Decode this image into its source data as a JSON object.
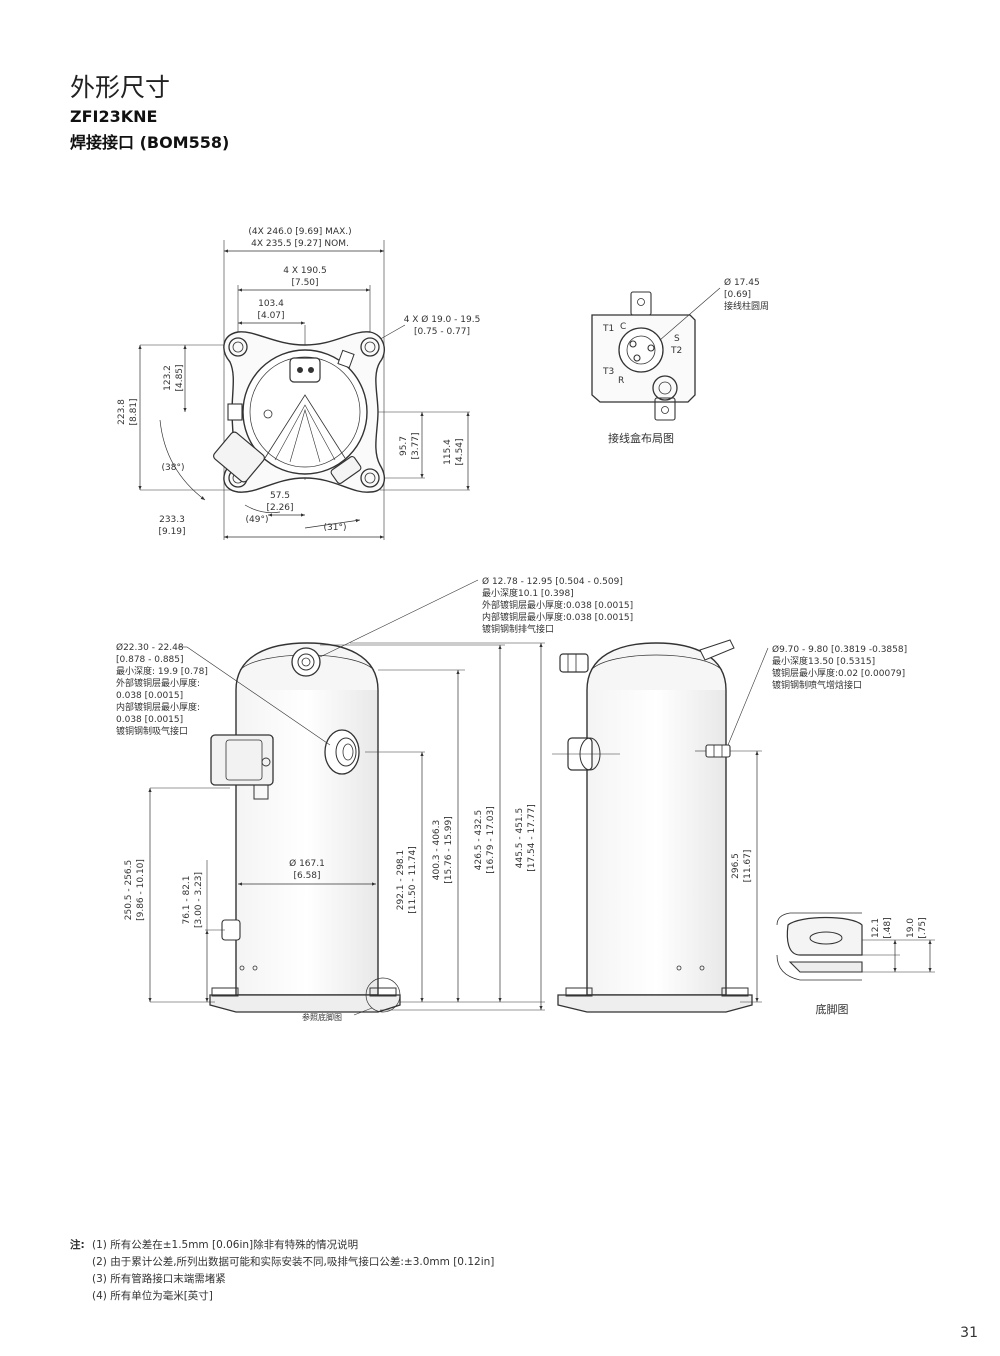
{
  "header": {
    "title": "外形尺寸",
    "model": "ZFI23KNE",
    "connection": "焊接接口 (BOM558)"
  },
  "top_view": {
    "dim_max": "(4X 246.0 [9.69] MAX.)",
    "dim_nom": "4X 235.5 [9.27] NOM.",
    "d190_a": "4 X 190.5",
    "d190_b": "[7.50]",
    "d103_a": "103.4",
    "d103_b": "[4.07]",
    "hole_a": "4 X Ø 19.0 - 19.5",
    "hole_b": "[0.75 - 0.77]",
    "d123_a": "123.2",
    "d123_b": "[4.85]",
    "d223_a": "223.8",
    "d223_b": "[8.81]",
    "d95_a": "95.7",
    "d95_b": "[3.77]",
    "d115_a": "115.4",
    "d115_b": "[4.54]",
    "ang38": "(38°)",
    "d57_a": "57.5",
    "d57_b": "[2.26]",
    "ang49": "(49°)",
    "ang31": "(31°)",
    "d233_a": "233.3",
    "d233_b": "[9.19]"
  },
  "terminal_box": {
    "dia_a": "Ø 17.45",
    "dia_b": "[0.69]",
    "dia_c": "接线柱圆周",
    "t1": "T1",
    "c": "C",
    "s": "S",
    "t2": "T2",
    "t3": "T3",
    "r": "R",
    "caption": "接线盒布局图"
  },
  "discharge": {
    "l1": "Ø 12.78 - 12.95 [0.504 - 0.509]",
    "l2": "最小深度10.1 [0.398]",
    "l3": "外部镀铜层最小厚度:0.038 [0.0015]",
    "l4": "内部镀铜层最小厚度:0.038 [0.0015]",
    "l5": "镀铜钢制排气接口"
  },
  "suction": {
    "l1": "Ø22.30 - 22.48",
    "l2": "[0.878 - 0.885]",
    "l3": "最小深度: 19.9 [0.78]",
    "l4": "外部镀铜层最小厚度:",
    "l5": "0.038 [0.0015]",
    "l6": "内部镀铜层最小厚度:",
    "l7": "0.038 [0.0015]",
    "l8": "镀铜钢制吸气接口"
  },
  "injection": {
    "l1": "Ø9.70 - 9.80 [0.3819 -0.3858]",
    "l2": "最小深度13.50 [0.5315]",
    "l3": "镀铜层最小厚度:0.02 [0.00079]",
    "l4": "镀铜钢制喷气增焓接口"
  },
  "side_view": {
    "d250_a": "250.5 - 256.5",
    "d250_b": "[9.86 - 10.10]",
    "d76_a": "76.1 - 82.1",
    "d76_b": "[3.00 - 3.23]",
    "d167_a": "Ø 167.1",
    "d167_b": "[6.58]",
    "d292_a": "292.1 - 298.1",
    "d292_b": "[11.50 - 11.74]",
    "d400_a": "400.3 - 406.3",
    "d400_b": "[15.76 - 15.99]",
    "d426_a": "426.5 - 432.5",
    "d426_b": "[16.79 - 17.03]",
    "d445_a": "445.5 - 451.5",
    "d445_b": "[17.54 - 17.77]",
    "d296_a": "296.5",
    "d296_b": "[11.67]",
    "foot_ref": "参照底脚图"
  },
  "foot_detail": {
    "d12_a": "12.1",
    "d12_b": "[.48]",
    "d19_a": "19.0",
    "d19_b": "[.75]",
    "caption": "底脚图"
  },
  "notes": {
    "label": "注:",
    "n1": "(1)  所有公差在±1.5mm [0.06in]除非有特殊的情况说明",
    "n2": "(2)  由于累计公差,所列出数据可能和实际安装不同,吸排气接口公差:±3.0mm [0.12in]",
    "n3": "(3)  所有管路接口末端需堵紧",
    "n4": "(4)  所有单位为毫米[英寸]"
  },
  "page_number": "31"
}
